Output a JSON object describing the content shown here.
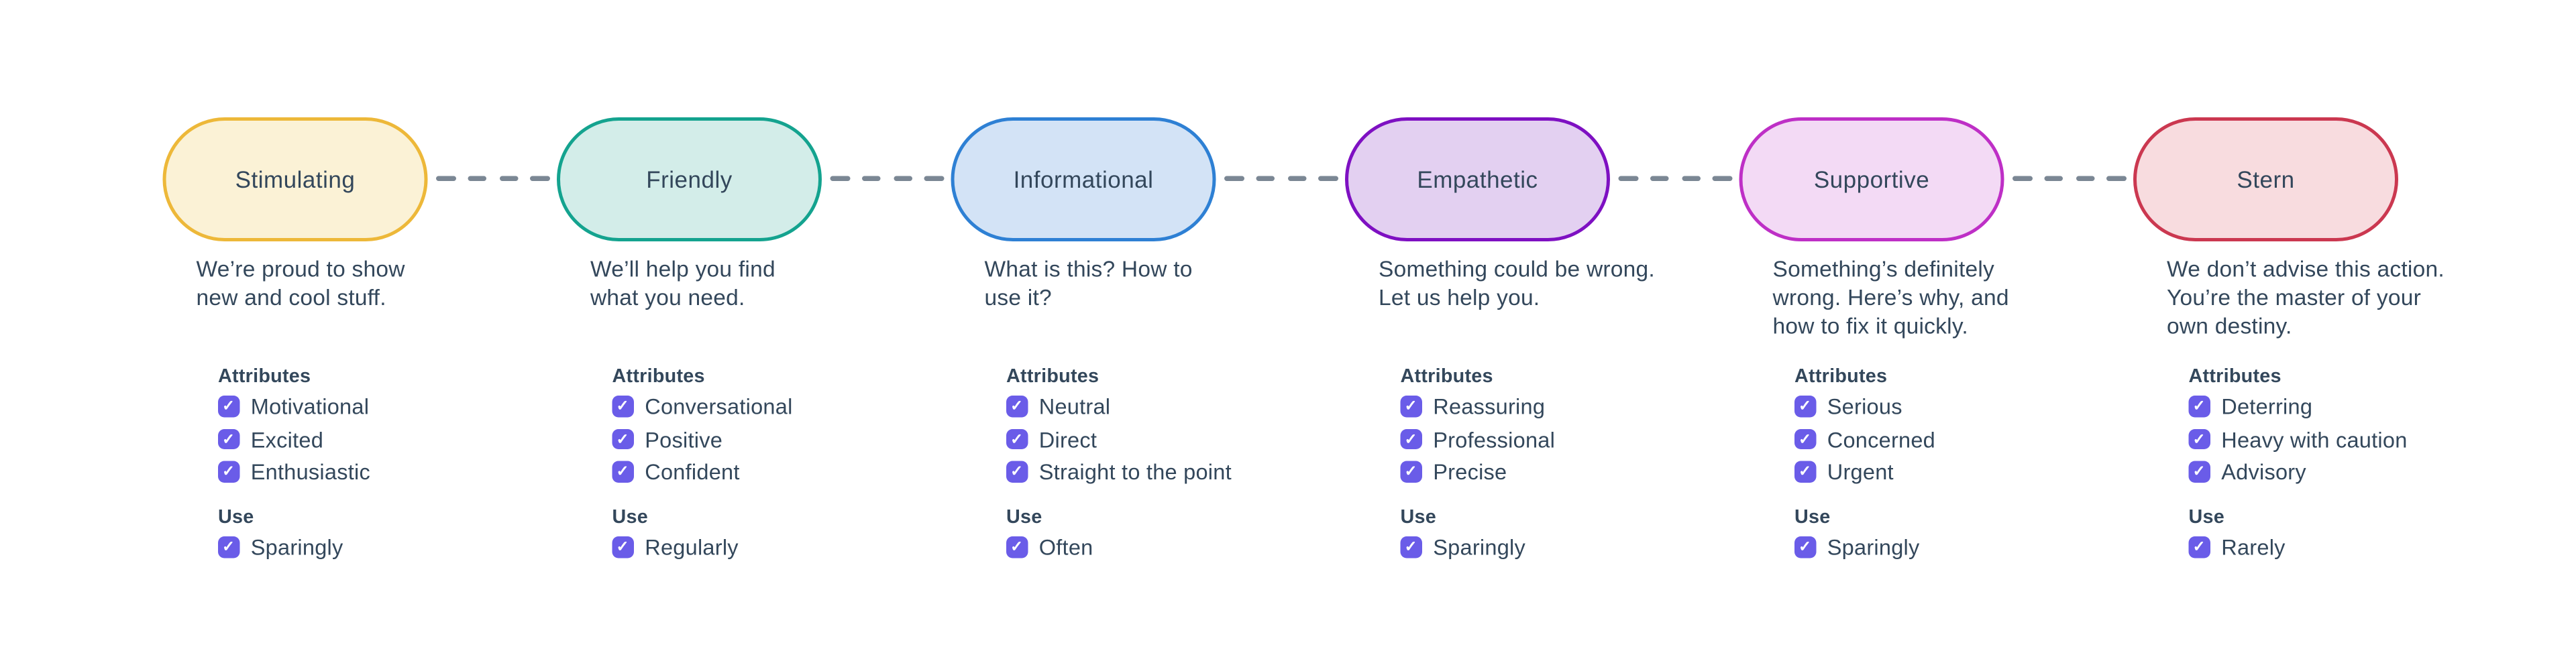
{
  "page": {
    "background": "#FFFFFF"
  },
  "theme": {
    "text_color": "#33475B",
    "connector_color": "#7B8794",
    "checkbox_color": "#6A5CE8",
    "check_icon": "✓"
  },
  "labels": {
    "attributes": "Attributes",
    "use": "Use"
  },
  "nodes": [
    {
      "label": "Stimulating",
      "border_color": "#EDB839",
      "fill_color": "#FBF2D6",
      "description": "We’re proud to show\nnew and cool stuff.",
      "attributes": [
        "Motivational",
        "Excited",
        "Enthusiastic"
      ],
      "use": "Sparingly",
      "checked": true
    },
    {
      "label": "Friendly",
      "border_color": "#14A38F",
      "fill_color": "#D3EDE9",
      "description": "We’ll help you find\nwhat you need.",
      "attributes": [
        "Conversational",
        "Positive",
        "Confident"
      ],
      "use": "Regularly",
      "checked": true
    },
    {
      "label": "Informational",
      "border_color": "#2E80D4",
      "fill_color": "#D3E3F6",
      "description": "What is this? How to\nuse it?",
      "attributes": [
        "Neutral",
        "Direct",
        "Straight to the point"
      ],
      "use": "Often",
      "checked": true
    },
    {
      "label": "Empathetic",
      "border_color": "#7E10C2",
      "fill_color": "#E3D0F1",
      "description": "Something could be wrong.\nLet us help you.",
      "attributes": [
        "Reassuring",
        "Professional",
        "Precise"
      ],
      "use": "Sparingly",
      "checked": true
    },
    {
      "label": "Supportive",
      "border_color": "#BE2FC6",
      "fill_color": "#F3DAF5",
      "description": "Something’s definitely\nwrong. Here’s why, and\nhow to fix it quickly.",
      "attributes": [
        "Serious",
        "Concerned",
        "Urgent"
      ],
      "use": "Sparingly",
      "checked": true
    },
    {
      "label": "Stern",
      "border_color": "#CB3850",
      "fill_color": "#F8DCDF",
      "description": "We don’t advise this action.\nYou’re the master of your\nown destiny.",
      "attributes": [
        "Deterring",
        "Heavy with caution",
        "Advisory"
      ],
      "use": "Rarely",
      "checked": true
    }
  ]
}
